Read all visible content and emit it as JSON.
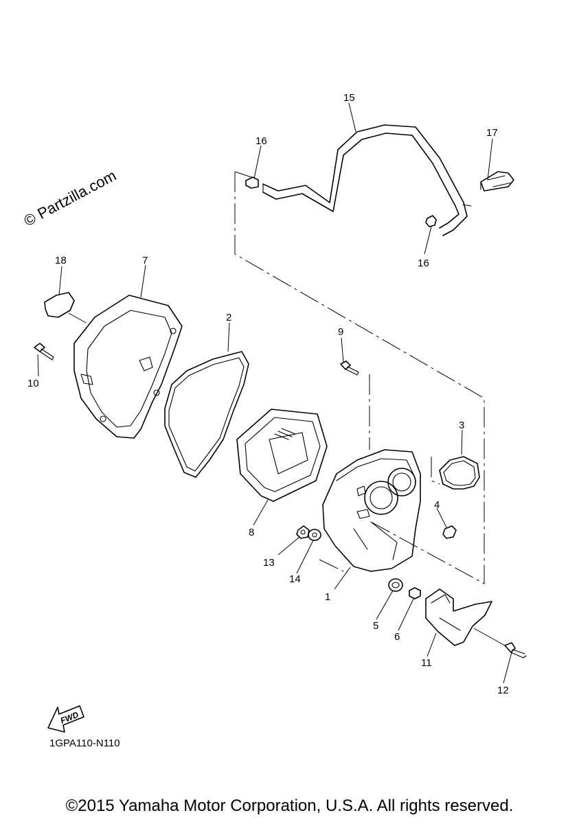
{
  "watermark": "© Partzilla.com",
  "diagram_code": "1GPA110-N110",
  "fwd_label": "FWD",
  "copyright": "©2015 Yamaha Motor Corporation, U.S.A. All rights reserved.",
  "callouts": {
    "c1": "1",
    "c2": "2",
    "c3": "3",
    "c4": "4",
    "c5": "5",
    "c6": "6",
    "c7": "7",
    "c8": "8",
    "c9": "9",
    "c10": "10",
    "c11": "11",
    "c12": "12",
    "c13": "13",
    "c14": "14",
    "c15": "15",
    "c16a": "16",
    "c16b": "16",
    "c17": "17",
    "c18": "18"
  }
}
